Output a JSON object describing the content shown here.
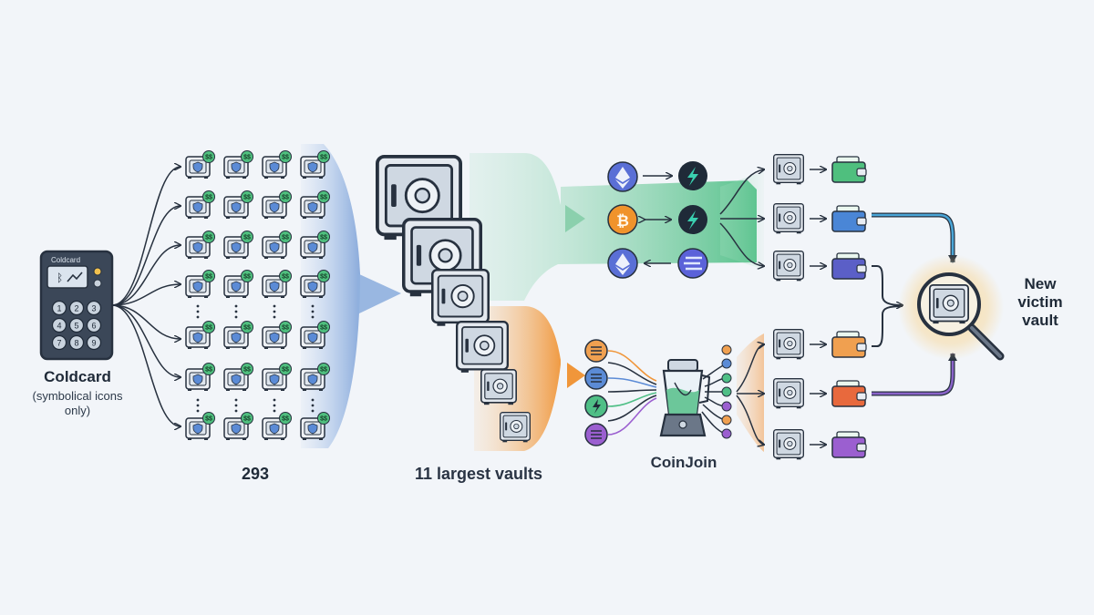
{
  "device": {
    "brand_text": "Coldcard",
    "title": "Coldcard",
    "note": "(symbolical icons only)",
    "keys": [
      "1",
      "2",
      "3",
      "4",
      "5",
      "6",
      "7",
      "8",
      "9"
    ]
  },
  "wallet_grid": {
    "count_label": "293"
  },
  "vault_stack": {
    "label": "11 largest vaults"
  },
  "mixer": {
    "label": "CoinJoin"
  },
  "target": {
    "label": "New victim vault"
  },
  "colors": {
    "background": "#f2f5f9",
    "ink": "#27313f",
    "blue_flow": "#a9c3e6",
    "green_flow": "#6cc79a",
    "orange_flow": "#f0a050",
    "eth": "#5a6fd6",
    "btc": "#f0932b",
    "sol": "#5b62d9",
    "glow": "#f7cf7a"
  },
  "icons": [
    "shield-icon",
    "dollar-bubble-icon",
    "vault-icon",
    "ethereum-icon",
    "bitcoin-icon",
    "lightning-icon",
    "solana-icon",
    "blender-icon",
    "wallet-icon",
    "magnifier-icon"
  ]
}
